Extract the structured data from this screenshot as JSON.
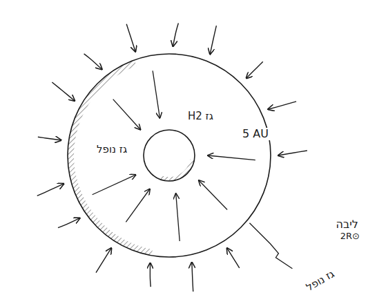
{
  "diagram": {
    "nodes": [
      {
        "text": [
          "5 AU"
        ]
      },
      {
        "text": [
          "ליבה",
          "2R⊙"
        ],
        "in": 0
      }
    ],
    "labels": [
      "גז H2",
      "גז נופל",
      "גז נופל"
    ]
  }
}
